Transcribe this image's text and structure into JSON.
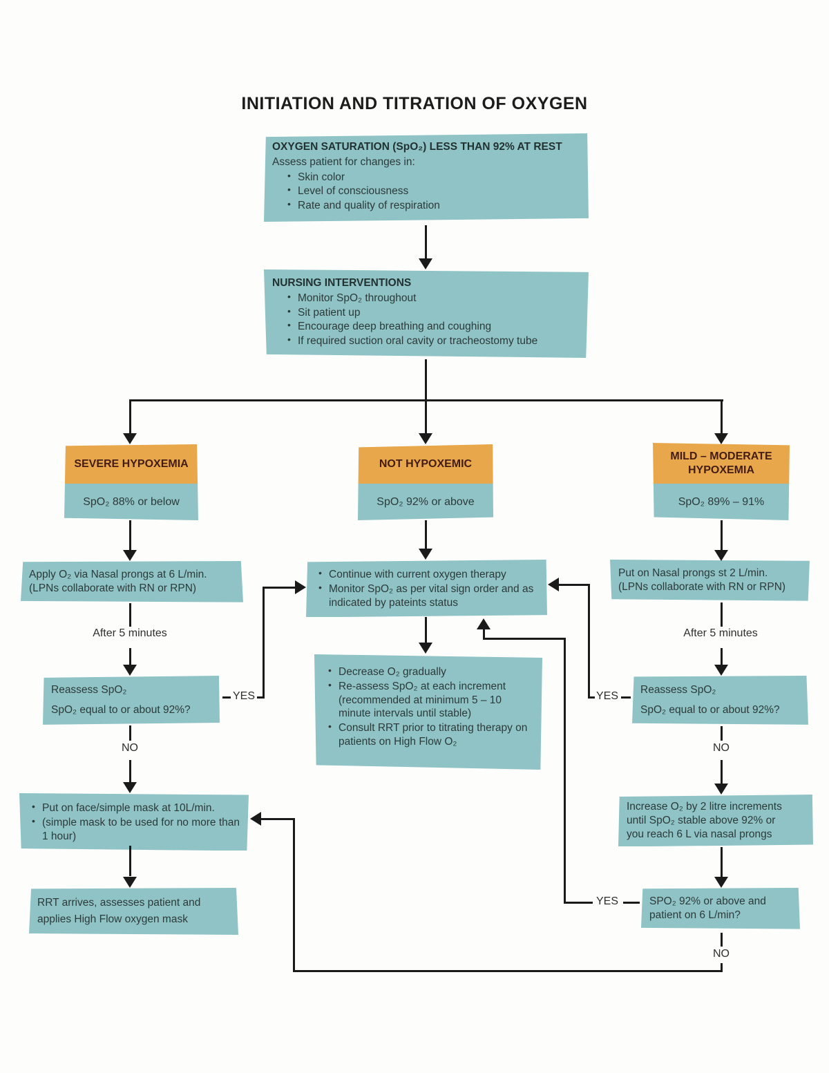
{
  "title": "INITIATION AND TITRATION OF OXYGEN",
  "labels": {
    "yes": "YES",
    "no": "NO",
    "after_5_minutes": "After 5 minutes"
  },
  "colors": {
    "box_teal": "#8fc3c5",
    "box_orange": "#e9a74b",
    "line": "#1a1a1a",
    "text": "#2c3a3a",
    "header_text": "#431d14"
  },
  "boxes": {
    "oxygen_saturation": {
      "heading": "OXYGEN SATURATION (SpO₂) LESS THAN 92% AT REST",
      "intro": "Assess patient for changes in:",
      "bullets": [
        "Skin color",
        "Level of consciousness",
        "Rate and quality of respiration"
      ]
    },
    "nursing_interventions": {
      "heading": "NURSING INTERVENTIONS",
      "bullets": [
        "Monitor SpO₂ throughout",
        "Sit patient up",
        "Encourage deep breathing and coughing",
        "If required suction oral cavity or tracheostomy tube"
      ]
    },
    "severe": {
      "header": "SEVERE HYPOXEMIA",
      "criteria": "SpO₂ 88% or below"
    },
    "not_hypoxemic": {
      "header": "NOT HYPOXEMIC",
      "criteria": "SpO₂ 92% or above"
    },
    "mild_moderate": {
      "header": "MILD – MODERATE\nHYPOXEMIA",
      "criteria": "SpO₂ 89% – 91%"
    },
    "apply_6l": "Apply O₂ via Nasal prongs at 6 L/min.\n(LPNs collaborate with RN or RPN)",
    "reassess_left": "Reassess SpO₂\nSpO₂ equal to or about 92%?",
    "face_mask": {
      "bullets": [
        "Put on face/simple mask at 10L/min.",
        "(simple mask to be used for no more than 1 hour)"
      ]
    },
    "rrt": "RRT arrives, assesses patient  and\napplies High Flow oxygen mask",
    "continue_therapy": {
      "bullets": [
        "Continue with current oxygen therapy",
        "Monitor SpO₂ as per vital sign order and as indicated by pateints status"
      ]
    },
    "titrate": {
      "bullets": [
        "Decrease O₂ gradually",
        "Re-assess SpO₂ at each increment (recommended at minimum 5 – 10 minute intervals until stable)",
        "Consult RRT prior to titrating therapy on patients on High Flow O₂"
      ]
    },
    "apply_2l": "Put on Nasal prongs st 2 L/min.\n(LPNs collaborate with RN or RPN)",
    "reassess_right": "Reassess SpO₂\nSpO₂ equal to or about 92%?",
    "increase_o2": "Increase O₂ by 2 litre increments\nuntil SpO₂ stable above 92% or\nyou reach 6 L via nasal prongs",
    "check_6l": "SPO₂ 92% or above and\npatient on 6 L/min?"
  }
}
